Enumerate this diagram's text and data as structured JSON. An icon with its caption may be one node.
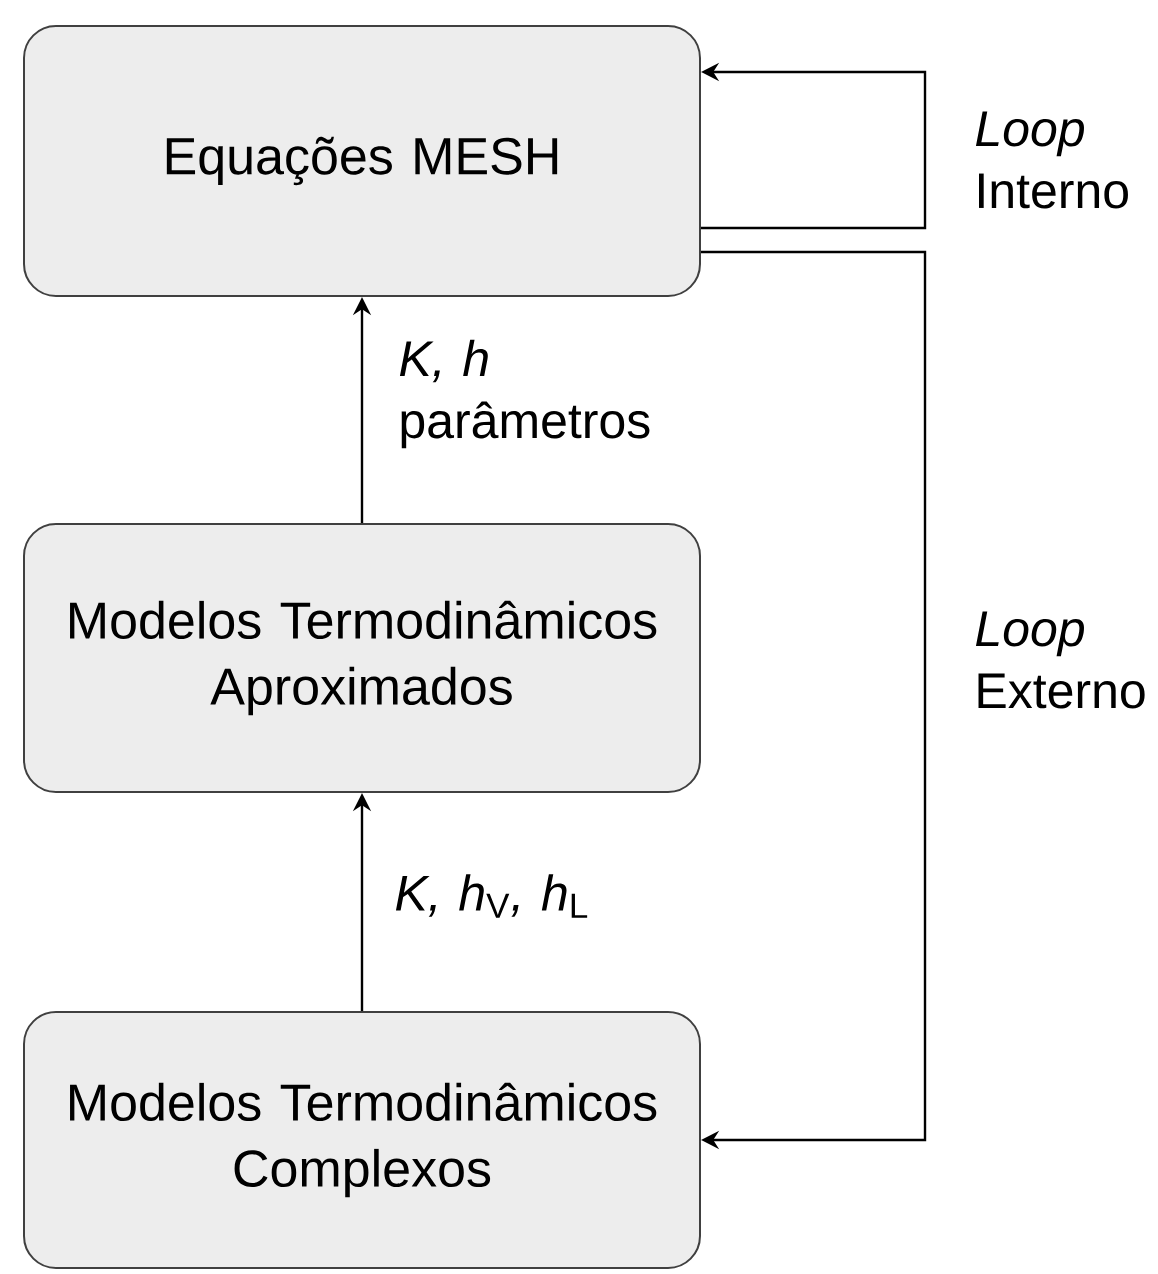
{
  "diagram": {
    "nodes": [
      {
        "text": [
          "Equações MESH"
        ]
      },
      {
        "text": [
          "Modelos Termodinâmicos Aproximados"
        ]
      },
      {
        "text": [
          "Modelos Termodinâmicos Complexos"
        ]
      }
    ],
    "edges": [
      {
        "from": 1,
        "to": 0,
        "arrow": "to",
        "label": "*K, h* parâmetros"
      },
      {
        "from": 2,
        "to": 1,
        "arrow": "to",
        "label": "*K, h*$_{V}$*, h*$_{L}$"
      },
      {
        "from": 0,
        "to": 0,
        "arrow": "to",
        "label": "*Loop* Interno"
      },
      {
        "from": 0,
        "to": 2,
        "arrow": "to",
        "label": "*Loop* Externo"
      }
    ]
  }
}
